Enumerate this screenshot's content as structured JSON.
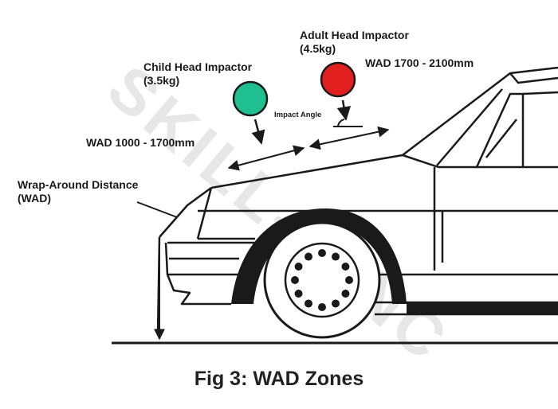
{
  "labels": {
    "adult_impactor_line1": "Adult Head Impactor",
    "adult_impactor_line2": "(4.5kg)",
    "child_impactor_line1": "Child Head Impactor",
    "child_impactor_line2": "(3.5kg)",
    "adult_wad_range": "WAD 1700 - 2100mm",
    "child_wad_range": "WAD 1000 - 1700mm",
    "impact_angle": "Impact Angle",
    "wad_line1": "Wrap-Around Distance",
    "wad_line2": "(WAD)"
  },
  "caption": "Fig 3: WAD Zones",
  "watermark": "SKILL-LYNC",
  "colors": {
    "adult_impactor": "#e21f1f",
    "child_impactor": "#1fbf8f",
    "lines": "#1a1a1a",
    "watermark": "#d0d0d0"
  }
}
